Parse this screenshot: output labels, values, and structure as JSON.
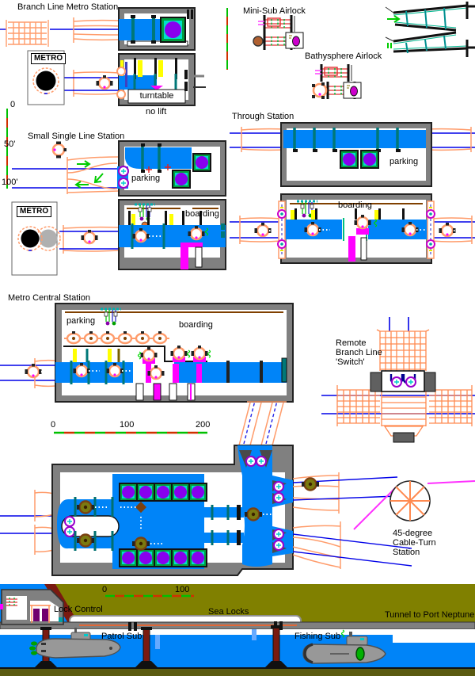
{
  "sections": {
    "branch_line": {
      "title": "Branch Line Metro Station",
      "turntable": "turntable",
      "no_lift": "no lift",
      "metro_sign": "METRO"
    },
    "airlocks": {
      "mini_sub": "Mini-Sub Airlock",
      "bathysphere": "Bathysphere Airlock"
    },
    "small_single": {
      "title": "Small Single Line Station",
      "parking": "parking",
      "boarding": "boarding",
      "metro_sign": "METRO"
    },
    "through": {
      "title": "Through Station",
      "parking": "parking",
      "boarding": "boarding"
    },
    "central": {
      "title": "Metro Central Station",
      "parking": "parking",
      "boarding": "boarding"
    },
    "remote_switch": {
      "lines": [
        "Remote",
        "Branch Line",
        "'Switch'"
      ]
    },
    "cable_turn": {
      "lines": [
        "45-degree",
        "Cable-Turn",
        "Station"
      ]
    },
    "harbor": {
      "lock_control": "Lock Control",
      "sea_locks": "Sea Locks",
      "tunnel": "Tunnel to Port Neptune",
      "patrol_sub": "Patrol Sub",
      "fishing_sub": "Fishing Sub"
    }
  },
  "scales": {
    "vertical_ticks": [
      "0",
      "50'",
      "100'"
    ],
    "central_ticks": [
      "0",
      "100",
      "200"
    ],
    "locks_ticks": [
      "0",
      "100"
    ]
  },
  "colors": {
    "channel_blue": "#0084F8",
    "line_blue": "#0000E8",
    "tube_orange": "#FF9C6B",
    "wall_gray": "#808080",
    "sub_purple": "#8800EE",
    "pad_green": "#00A040",
    "post_teal": "#007878",
    "door_yellow": "#FFFF00",
    "elevator_magenta": "#FF00FF",
    "ground_olive": "#808000",
    "pillar_maroon": "#802000",
    "water_blue": "#0084F8",
    "scale_red": "#D03000",
    "scale_green": "#00C000"
  },
  "icons": [
    "tube-segment-icon",
    "mini-sub-icon",
    "bathysphere-icon",
    "cable-wheel-icon",
    "sub-front-icon",
    "sub-side-icon",
    "airlock-tube-icon",
    "metro-sign-icon",
    "crane-hoist-icon",
    "turn-wheel-icon",
    "switch-arrow-icon",
    "indicator-box-icon"
  ]
}
